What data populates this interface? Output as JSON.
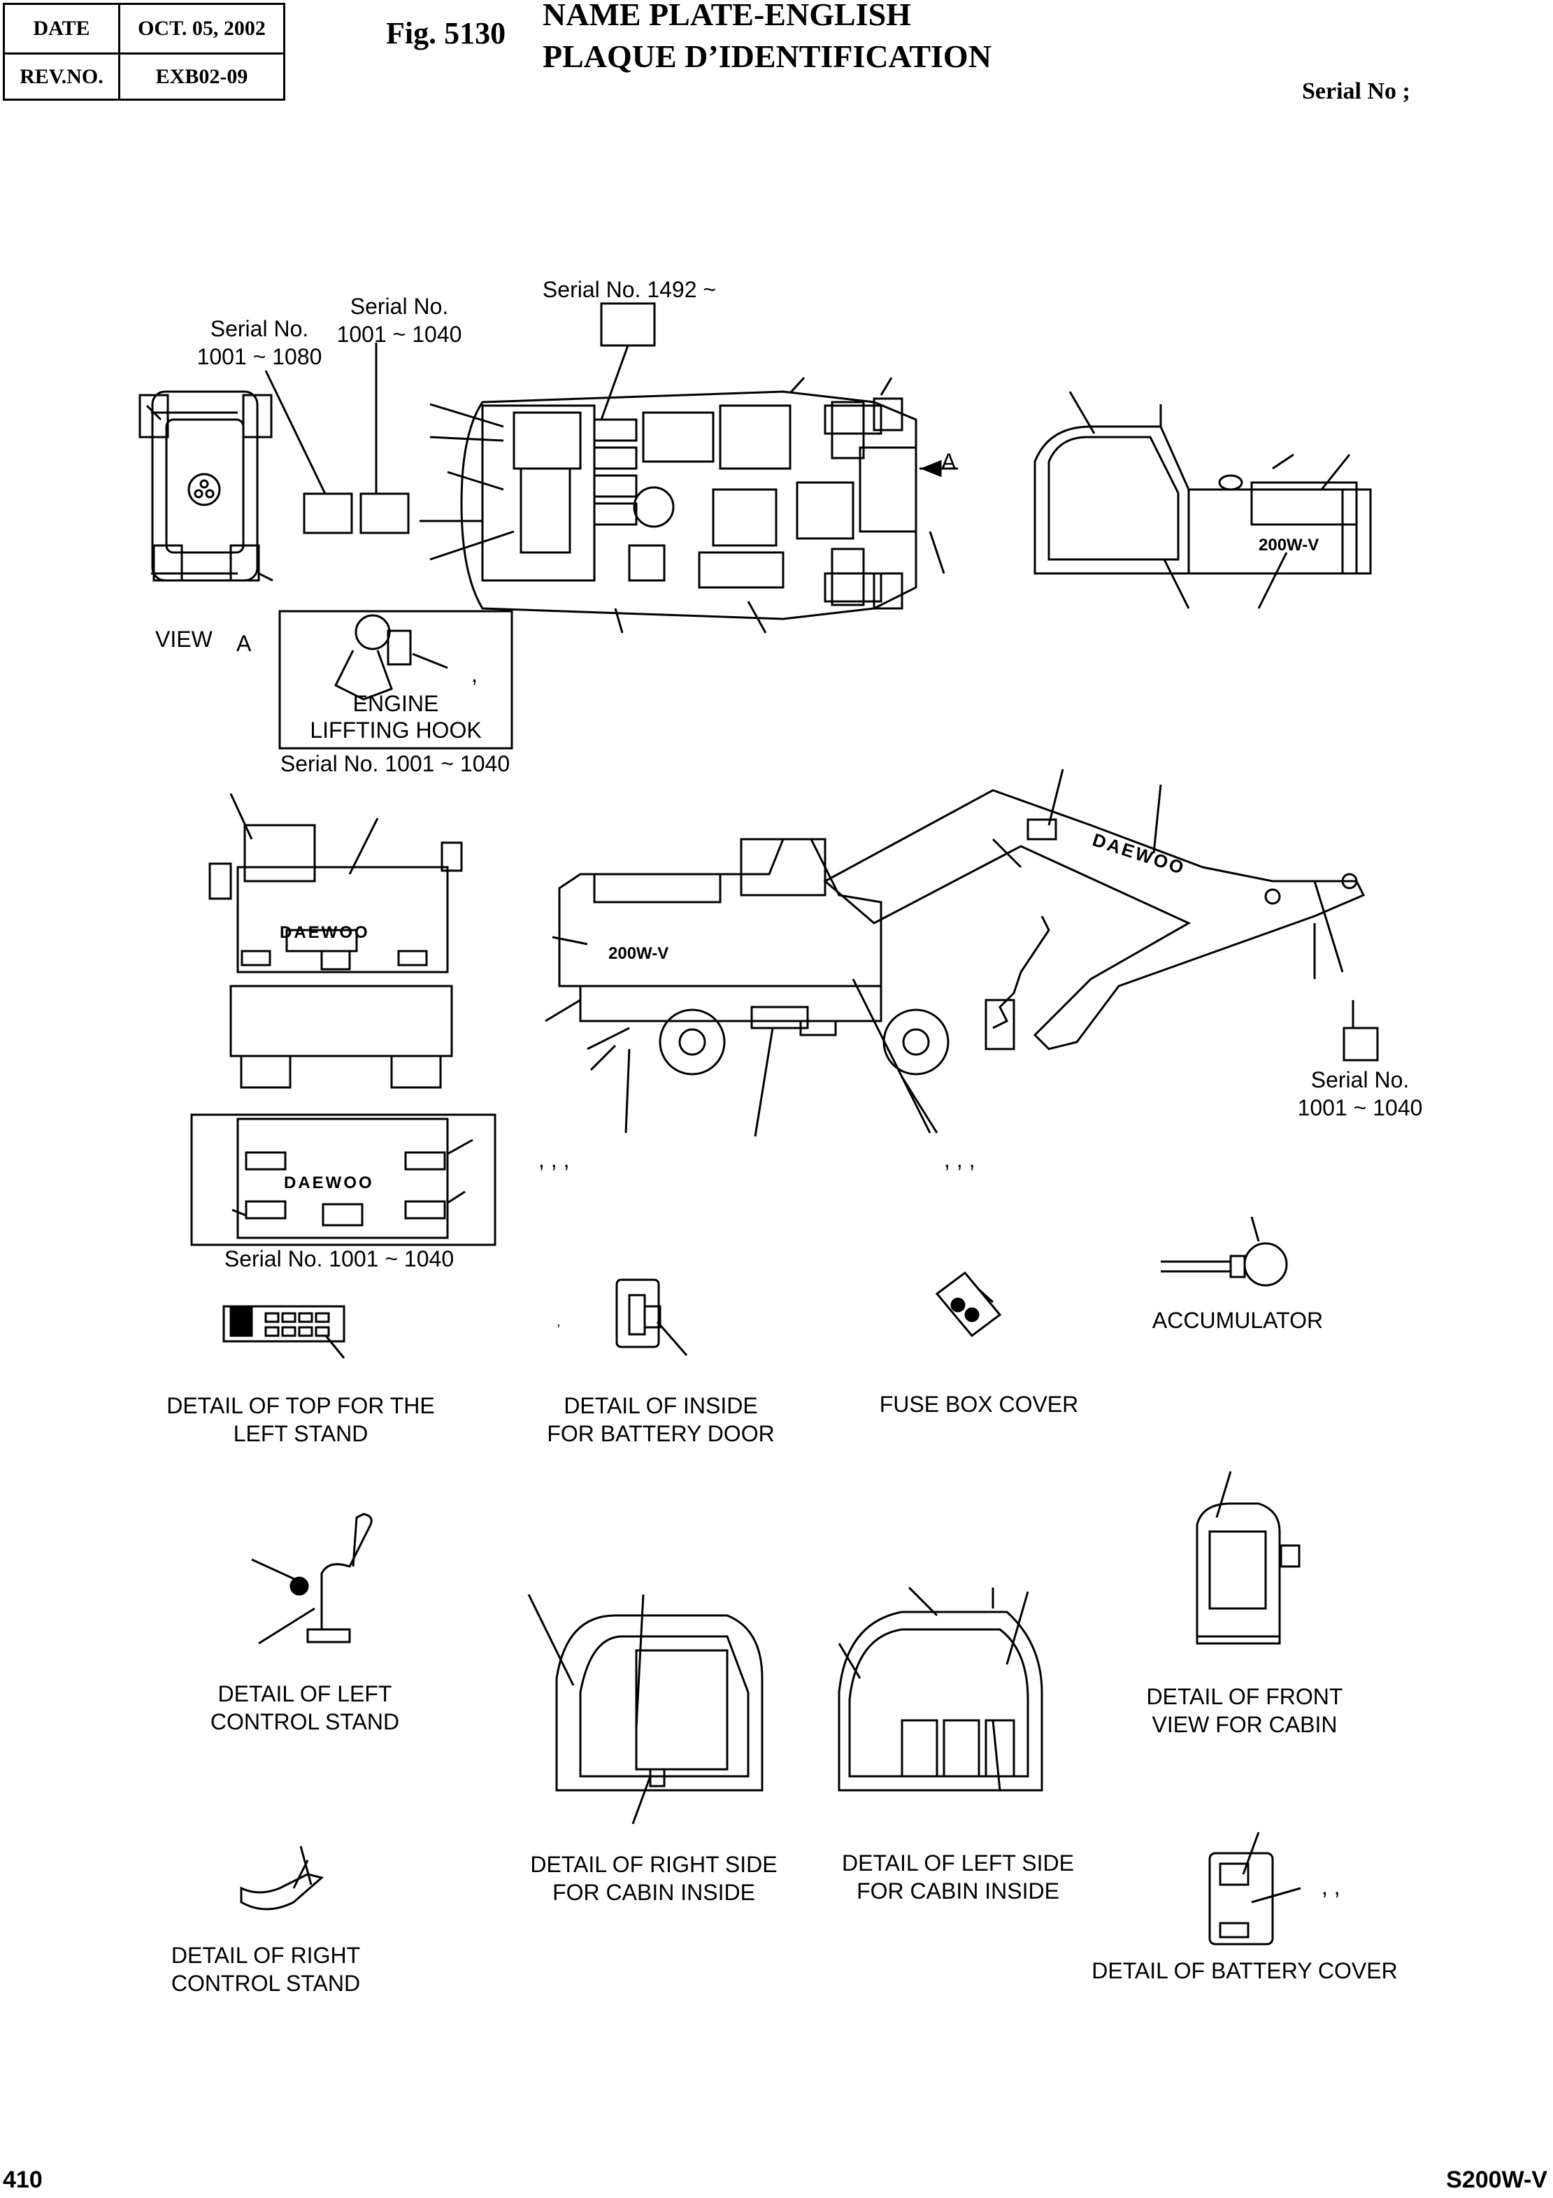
{
  "header": {
    "date_label": "DATE",
    "date_value": "OCT. 05, 2002",
    "rev_label": "REV.NO.",
    "rev_value": "EXB02-09",
    "fig_number": "Fig. 5130",
    "title_line1": "NAME PLATE-ENGLISH",
    "title_line2": "PLAQUE D’IDENTIFICATION",
    "serial_label": "Serial No ;"
  },
  "labels": {
    "serial_1001_1080_line1": "Serial No.",
    "serial_1001_1080_line2": "1001 ~ 1080",
    "serial_1001_1040_top_line1": "Serial No.",
    "serial_1001_1040_top_line2": "1001 ~ 1040",
    "serial_1492": "Serial No. 1492 ~",
    "view": "VIEW",
    "view_letter": "A",
    "arrow_letter": "A",
    "engine_line1": "ENGINE",
    "engine_line2": "LIFFTING HOOK",
    "engine_comma": ",",
    "serial_engine": "Serial No. 1001 ~ 1040",
    "serial_right_line1": "Serial No.",
    "serial_right_line2": "1001 ~ 1040",
    "commas_left": ",    ,    ,",
    "commas_right": ",    ,    ,",
    "serial_rear": "Serial No. 1001 ~ 1040",
    "accumulator": "ACCUMULATOR",
    "detail_top_left_stand_line1": "DETAIL OF TOP FOR THE",
    "detail_top_left_stand_line2": "LEFT STAND",
    "detail_battery_door_line1": "DETAIL OF INSIDE",
    "detail_battery_door_line2": "FOR BATTERY DOOR",
    "battery_door_comma": ",",
    "fuse_box_cover": "FUSE BOX COVER",
    "detail_left_control_line1": "DETAIL OF LEFT",
    "detail_left_control_line2": "CONTROL STAND",
    "detail_front_cabin_line1": "DETAIL OF FRONT",
    "detail_front_cabin_line2": "VIEW FOR CABIN",
    "detail_right_cabin_line1": "DETAIL OF RIGHT SIDE",
    "detail_right_cabin_line2": "FOR CABIN INSIDE",
    "detail_left_cabin_line1": "DETAIL OF LEFT SIDE",
    "detail_left_cabin_line2": "FOR CABIN INSIDE",
    "detail_right_control_line1": "DETAIL OF RIGHT",
    "detail_right_control_line2": "CONTROL STAND",
    "detail_battery_cover": "DETAIL OF BATTERY COVER",
    "battery_cover_commas": ",    ,",
    "brand_boom": "DAEWOO",
    "brand_rear": "DAEWOO",
    "brand_rear2": "DAEWOO",
    "model_side": "200W-V",
    "model_right": "200W-V"
  },
  "footer": {
    "page_number": "410",
    "model": "S200W-V"
  }
}
